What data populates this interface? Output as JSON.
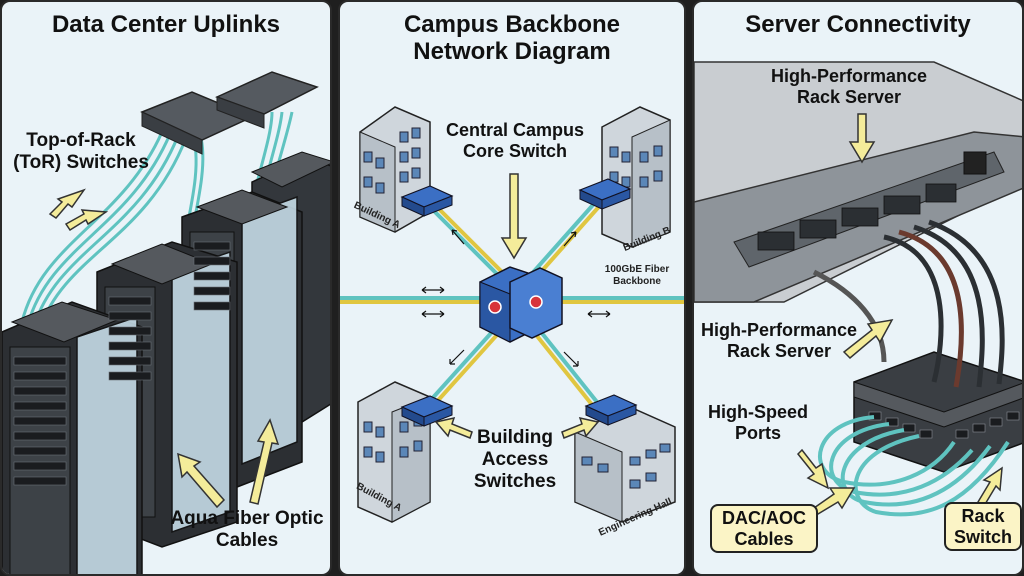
{
  "panels": {
    "left": {
      "title": "Data Center Uplinks",
      "label_tor": "Top-of-Rack\n(ToR) Switches",
      "label_cables": "Aqua Fiber Optic\nCables"
    },
    "middle": {
      "title": "Campus Backbone\nNetwork Diagram",
      "label_core": "Central Campus\nCore Switch",
      "label_backbone": "100GbE Fiber\nBackbone",
      "label_access": "Building\nAccess\nSwitches",
      "building_a_top": "Building A",
      "building_b": "Building B",
      "building_a_bottom": "Building A",
      "engineering_hall": "Engineering Hall"
    },
    "right": {
      "title": "Server Connectivity",
      "label_server_top": "High-Performance\nRack Server",
      "label_server_mid": "High-Performance\nRack Server",
      "label_ports": "High-Speed\nPorts",
      "label_dac": "DAC/AOC\nCables",
      "label_switch": "Rack\nSwitch"
    }
  },
  "colors": {
    "panel_bg": "#eaf3f8",
    "fiber": "#5fc3c0",
    "rack": "#2c2f33",
    "switch_blue": "#2f5fb0",
    "arrow_yellow": "#f4ec9a",
    "callout_bg": "#fbf4c6"
  }
}
